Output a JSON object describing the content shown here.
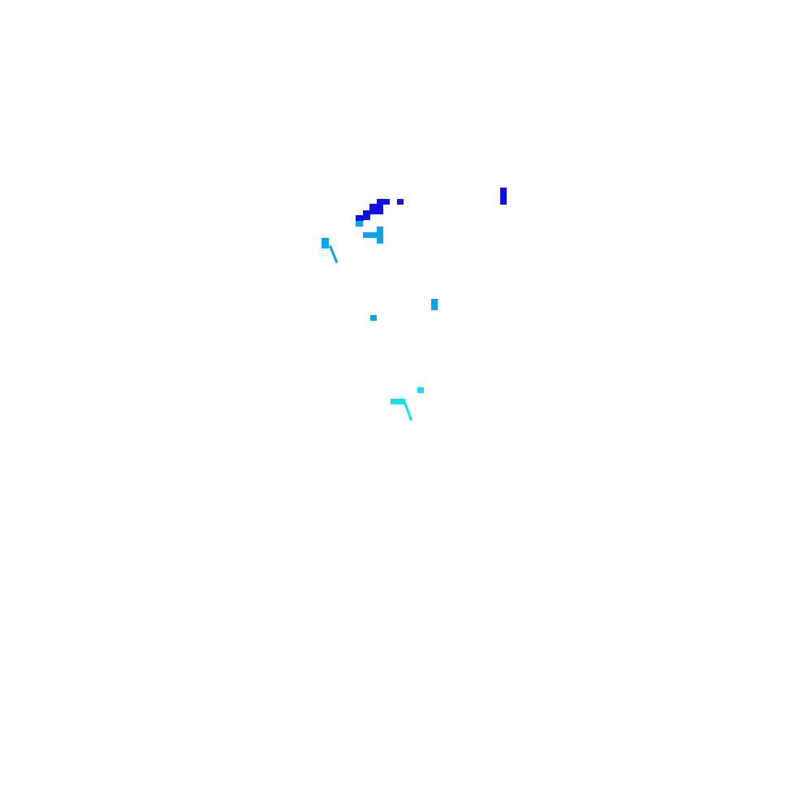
{
  "canvas": {
    "background": "#ffffff"
  },
  "palette": {
    "deep_blue": "#1010e8",
    "sky_blue": "#10a0f0",
    "cyan": "#10e0f0"
  },
  "clusters": [
    {
      "name": "deep-blue-cluster",
      "color": "#1010e8"
    },
    {
      "name": "sky-blue-cluster",
      "color": "#10a0f0"
    },
    {
      "name": "cyan-cluster",
      "color": "#10e0f0"
    }
  ]
}
